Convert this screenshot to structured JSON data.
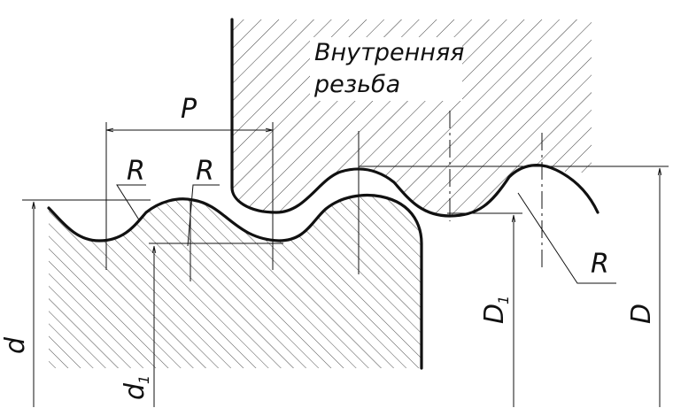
{
  "labels": {
    "title_line1": "Внутренняя",
    "title_line2": "резьба",
    "pitch": "P",
    "radius": "R",
    "outer_d": "d",
    "inner_d": "d",
    "inner_d_sub": "1",
    "outer_D": "D",
    "inner_D": "D",
    "inner_D_sub": "1"
  },
  "colors": {
    "line": "#111111",
    "hatch": "#222222",
    "background": "#ffffff"
  }
}
